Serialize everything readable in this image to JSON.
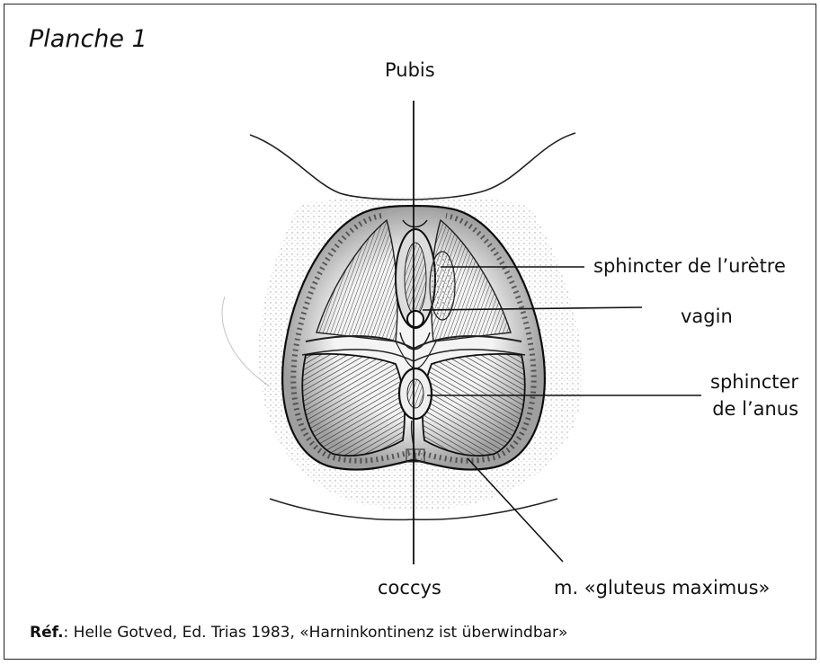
{
  "title": "Planche 1",
  "labels": {
    "pubis": "Pubis",
    "sphincter_uretre": "sphincter de l’urètre",
    "vagin": "vagin",
    "sphincter_anus_line1": "sphincter",
    "sphincter_anus_line2": "de l’anus",
    "coccys": "coccys",
    "gluteus": "m. «gluteus maximus»"
  },
  "reference": {
    "prefix": "Réf.",
    "text": ": Helle Gotved, Ed. Trias 1983, «Harninkontinenz ist überwindbar»"
  }
}
